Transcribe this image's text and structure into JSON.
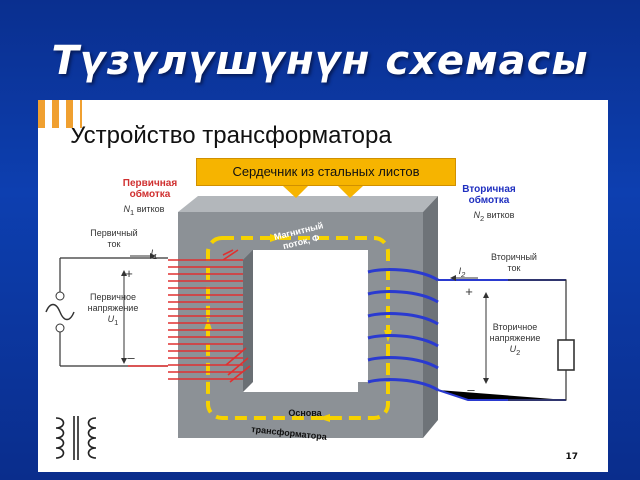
{
  "slide_title": "Түзүлүшүнүн схемасы",
  "card": {
    "title": "Устройство трансформатора",
    "core_label": "Сердечник из стальных листов",
    "primary_winding": {
      "title1": "Первичная",
      "title2": "обмотка",
      "turns_sym": "N",
      "turns_sub": "1",
      "turns_word": "витков"
    },
    "secondary_winding": {
      "title1": "Вторичная",
      "title2": "обмотка",
      "turns_sym": "N",
      "turns_sub": "2",
      "turns_word": "витков"
    },
    "primary_current": {
      "line1": "Первичный",
      "line2": "ток",
      "sym": "I",
      "sub": "1"
    },
    "secondary_current": {
      "line1": "Вторичный",
      "line2": "ток",
      "sym": "I",
      "sub": "2"
    },
    "primary_voltage": {
      "line1": "Первичное",
      "line2": "напряжение",
      "sym": "U",
      "sub": "1"
    },
    "secondary_voltage": {
      "line1": "Вторичное",
      "line2": "напряжение",
      "sym": "U",
      "sub": "2"
    },
    "flux": {
      "line1": "Магнитный",
      "line2": "поток,",
      "sym": "Φ"
    },
    "base": {
      "line1": "Основа",
      "line2": "трансформатора"
    },
    "plus": "+",
    "minus": "–",
    "page_number": "17"
  },
  "colors": {
    "background": "#0d3fb0",
    "core": "#8c9196",
    "primary": "#e03030",
    "secondary": "#2a3ad0",
    "flux": "#f6d200"
  }
}
